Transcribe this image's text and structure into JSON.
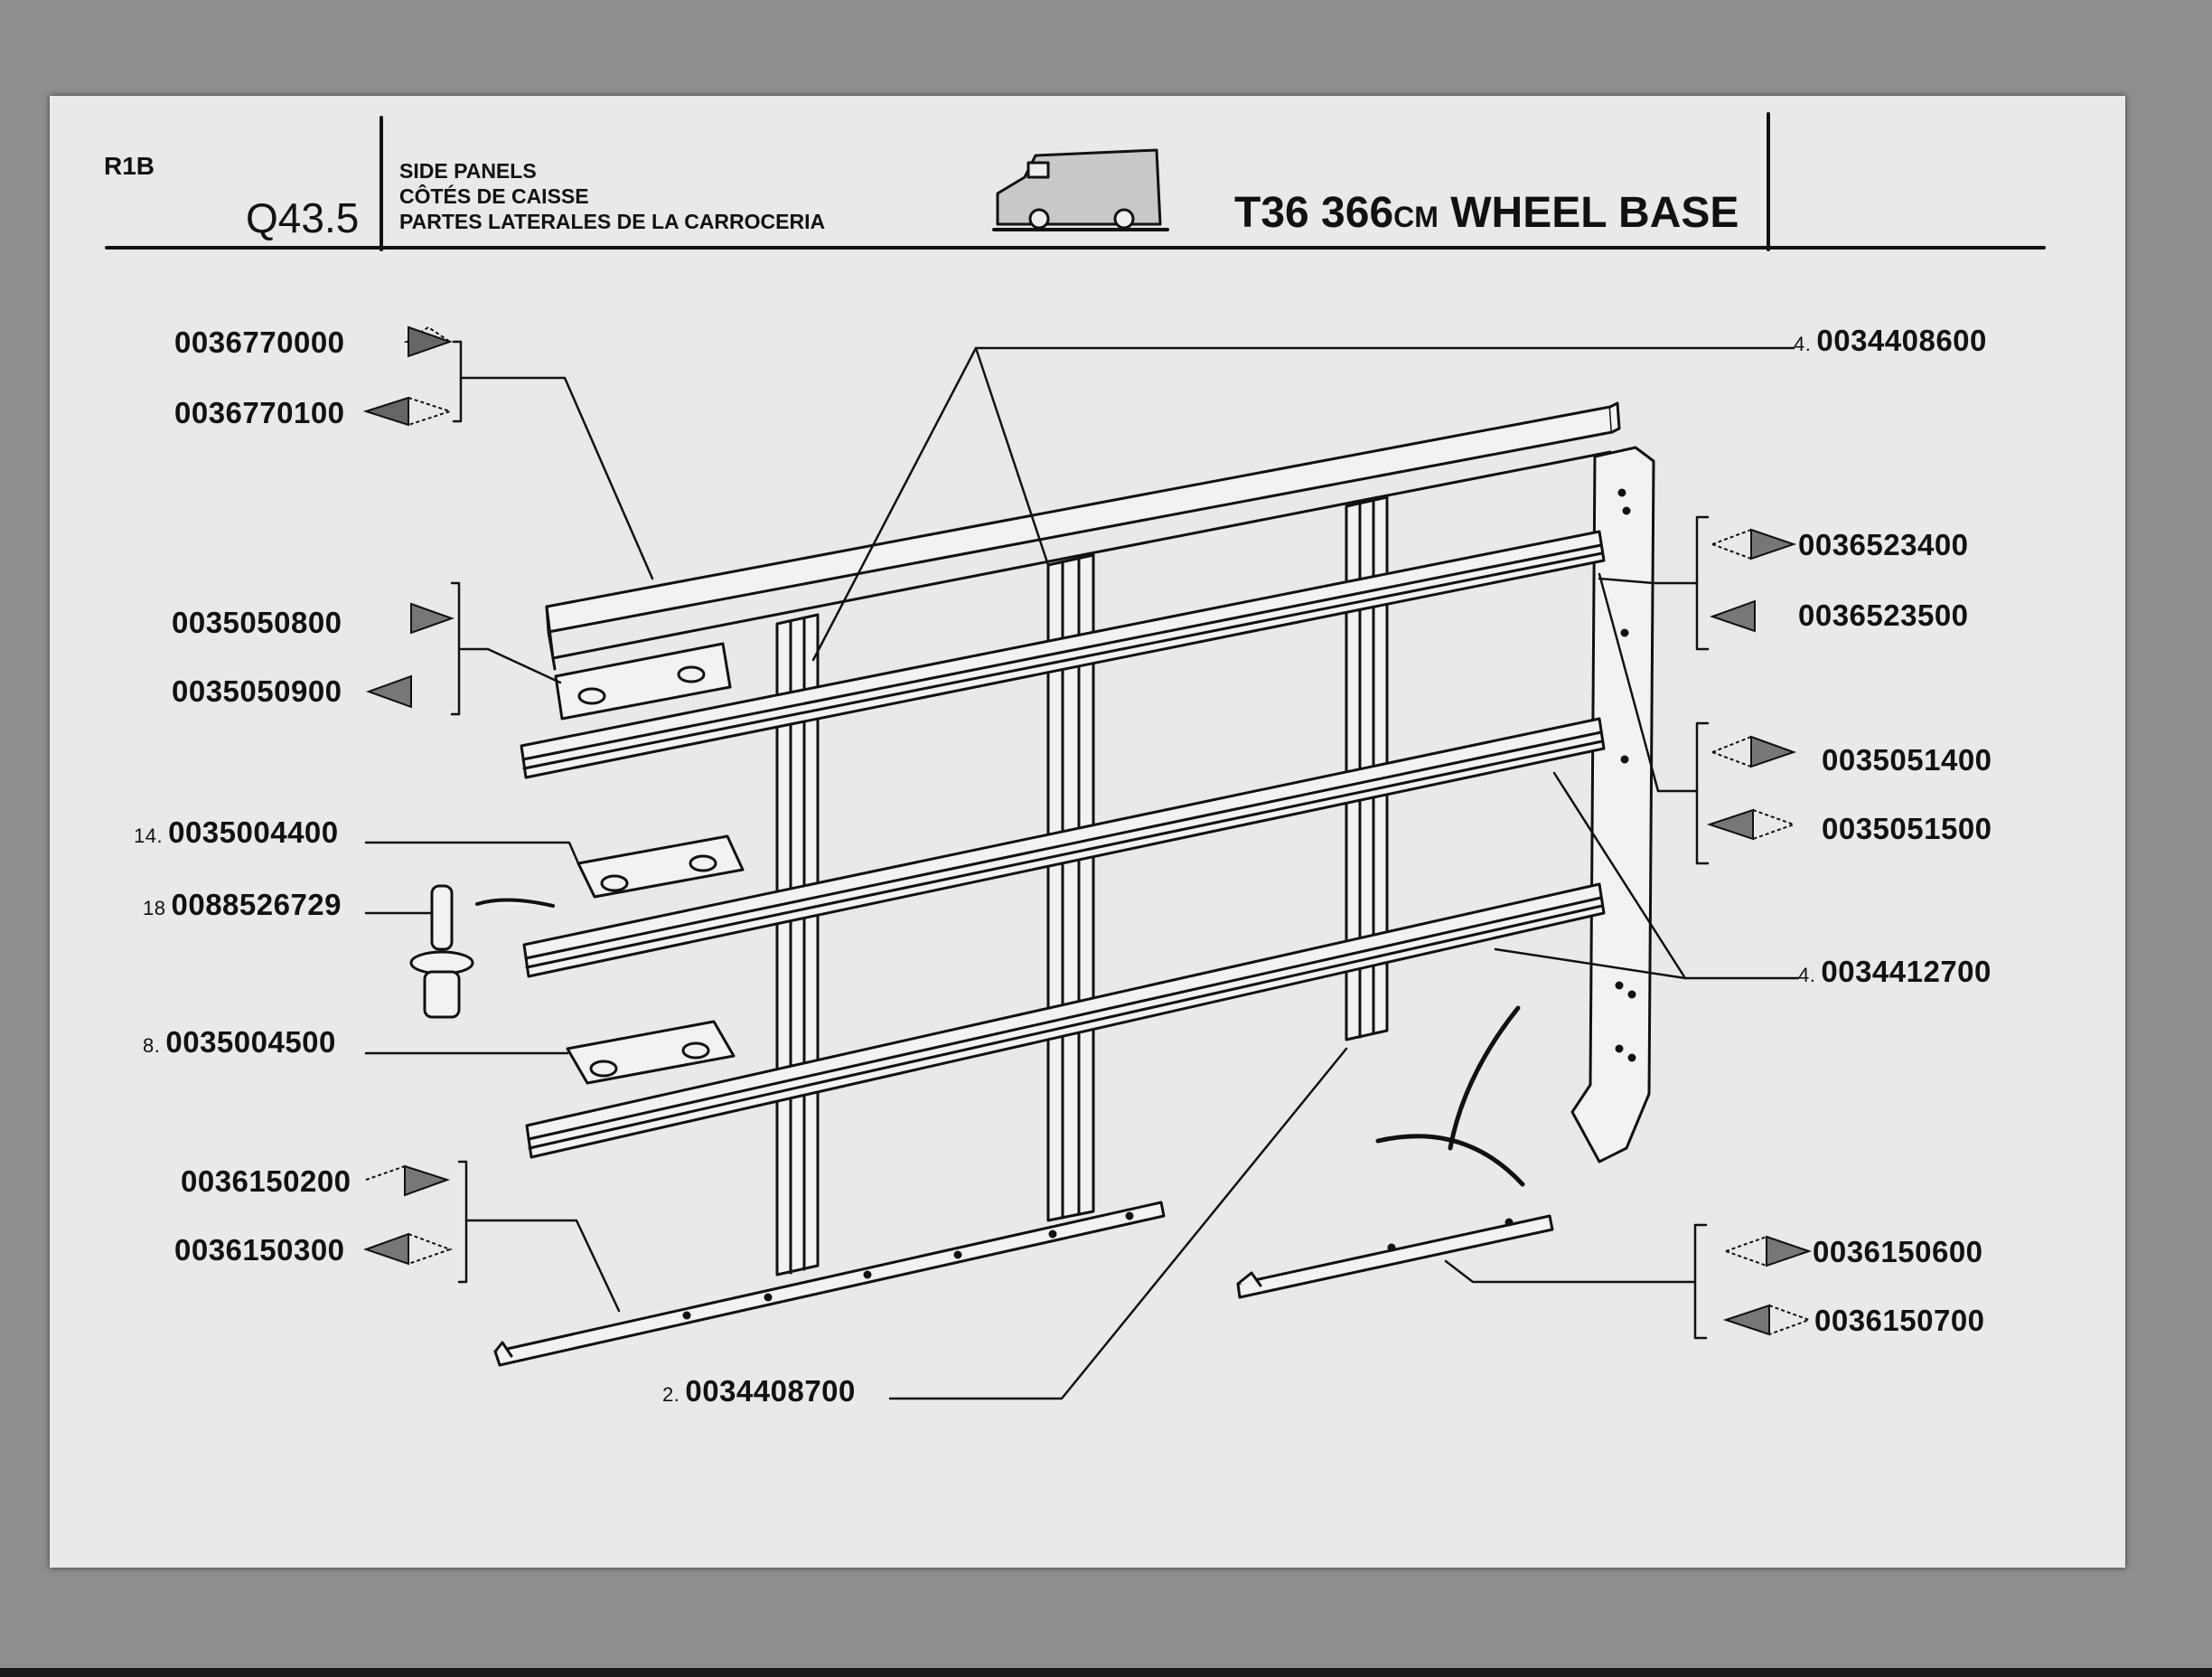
{
  "header": {
    "section_code": "R1B",
    "page_code": "Q43.5",
    "title_en": "SIDE PANELS",
    "title_fr": "CÔTÉS DE CAISSE",
    "title_es": "PARTES LATERALES DE LA CARROCERIA",
    "model_prefix": "T36 366",
    "model_unit": "CM",
    "model_suffix": "WHEEL BASE"
  },
  "icons": {
    "vehicle": "van-icon",
    "right_side": "triangle-right-icon",
    "left_side": "triangle-left-icon"
  },
  "parts": {
    "p1": {
      "code": "0036770000"
    },
    "p2": {
      "code": "0036770100"
    },
    "p3": {
      "code": "0035050800"
    },
    "p4": {
      "code": "0035050900"
    },
    "p5": {
      "index": "14.",
      "code": "0035004400"
    },
    "p6": {
      "index": "18",
      "code": "0088526729"
    },
    "p7": {
      "index": "8.",
      "code": "0035004500"
    },
    "p8": {
      "code": "0036150200"
    },
    "p9": {
      "code": "0036150300"
    },
    "p10": {
      "index": "2.",
      "code": "0034408700"
    },
    "p11": {
      "index": "4.",
      "code": "0034408600"
    },
    "p12": {
      "code": "0036523400"
    },
    "p13": {
      "code": "0036523500"
    },
    "p14": {
      "code": "0035051400"
    },
    "p15": {
      "code": "0035051500"
    },
    "p16": {
      "index": "4.",
      "code": "0034412700"
    },
    "p17": {
      "code": "0036150600"
    },
    "p18": {
      "code": "0036150700"
    }
  }
}
